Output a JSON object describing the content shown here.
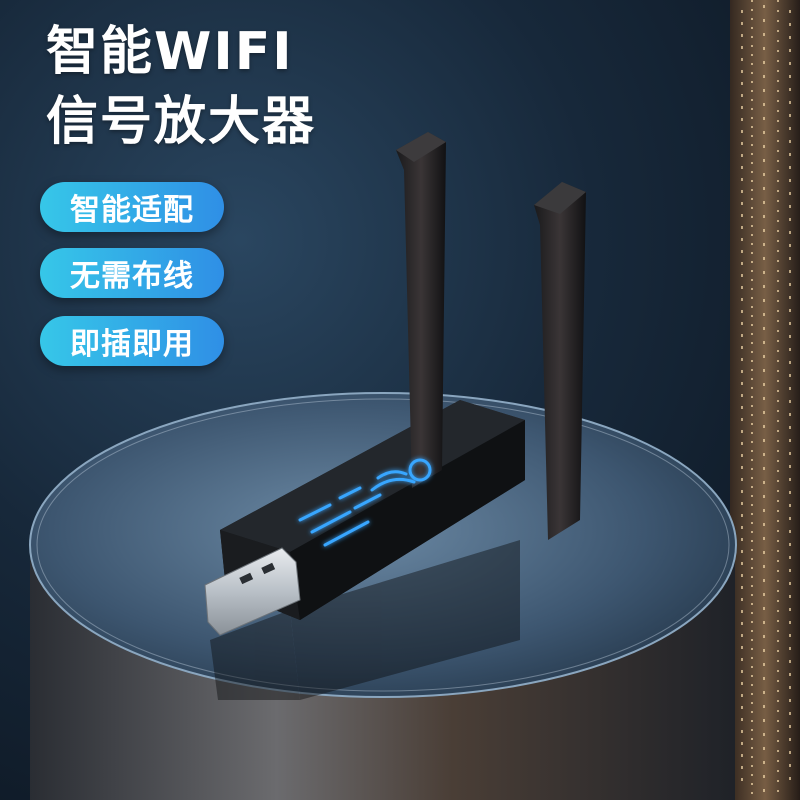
{
  "headline": {
    "line1": "智能WIFI",
    "line2": "信号放大器"
  },
  "features": [
    {
      "label": "智能适配"
    },
    {
      "label": "无需布线"
    },
    {
      "label": "即插即用"
    }
  ],
  "colors": {
    "background": "#17283a",
    "pill_gradient_start": "#36c7e8",
    "pill_gradient_end": "#2f8fe6",
    "headline_text": "#ffffff",
    "signal_glow": "#39a6ff"
  }
}
